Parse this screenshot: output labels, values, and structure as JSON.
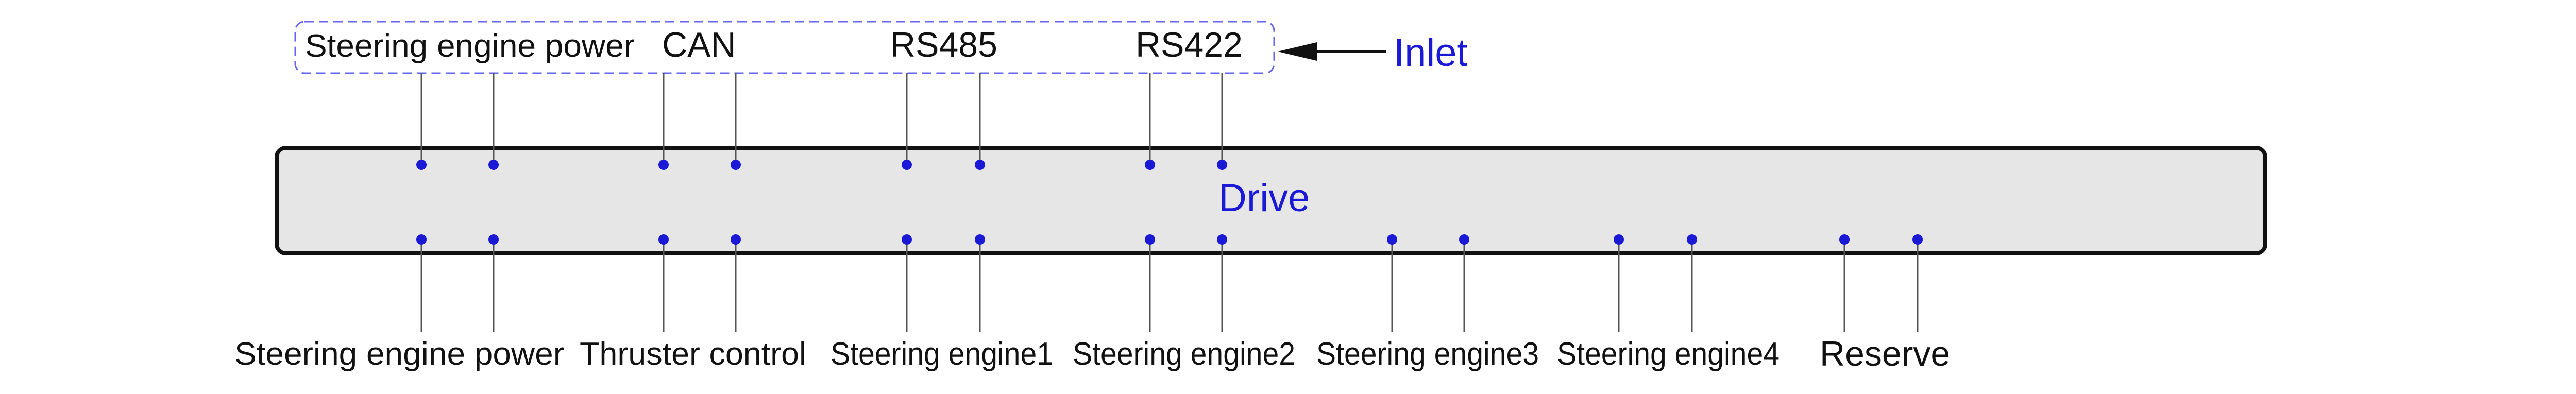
{
  "colors": {
    "accent": "#1a1ad6",
    "line": "#333333",
    "box_fill": "#e6e6e6",
    "box_stroke": "#111111",
    "inlet_border": "#6666ee"
  },
  "inlet": {
    "labels": [
      "Steering engine power",
      "CAN",
      "RS485",
      "RS422"
    ],
    "title": "Inlet"
  },
  "drive": {
    "label": "Drive"
  },
  "outputs": {
    "labels": [
      "Steering engine power",
      "Thruster control",
      "Steering engine1",
      "Steering engine2",
      "Steering engine3",
      "Steering engine4",
      "Reserve"
    ]
  }
}
